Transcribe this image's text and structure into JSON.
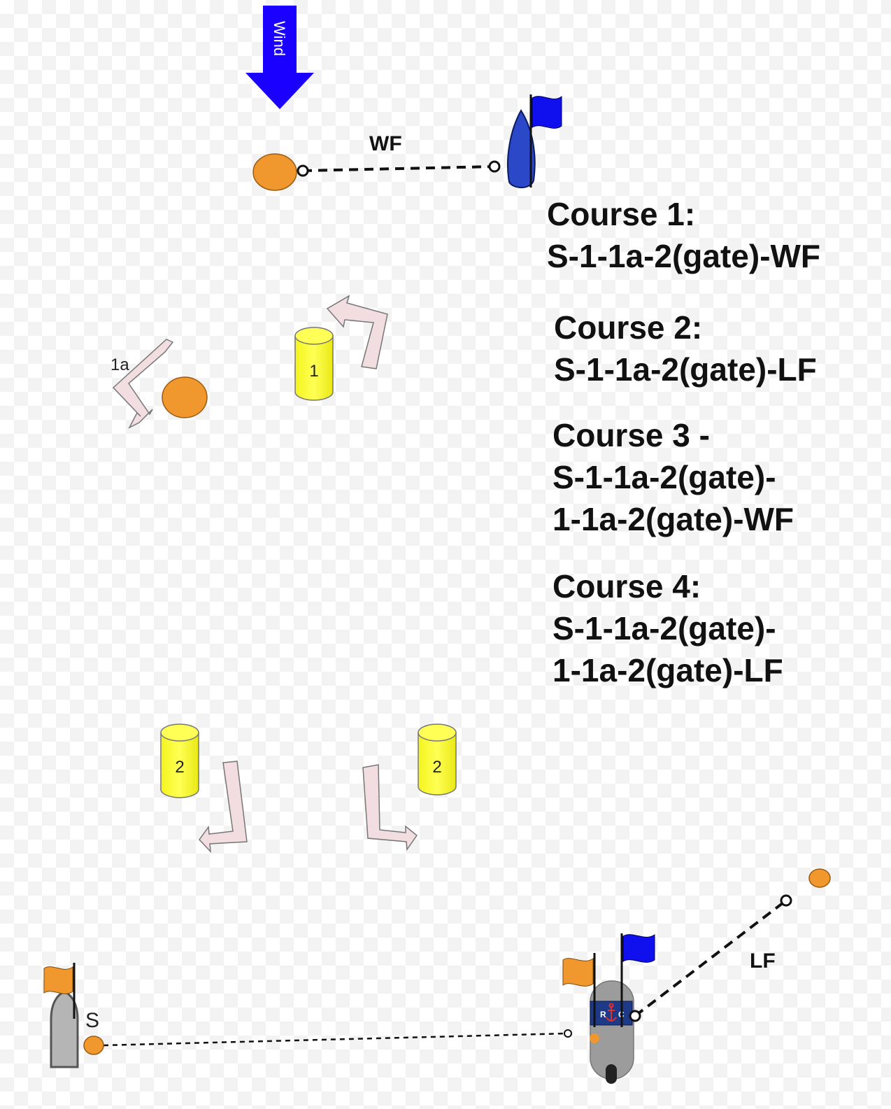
{
  "wind": {
    "label": "Wind",
    "color": "#1a00ff"
  },
  "marks": {
    "mark1": "1",
    "mark1a": "1a",
    "gate_left": "2",
    "gate_right": "2"
  },
  "lines": {
    "windward_finish": "WF",
    "leeward_finish": "LF",
    "start": "S"
  },
  "committee_boat": {
    "sign_left": "R",
    "sign_right": "C"
  },
  "courses": [
    {
      "title": "Course 1:",
      "lines": [
        "S-1-1a-2(gate)-WF"
      ]
    },
    {
      "title": "Course 2:",
      "lines": [
        "S-1-1a-2(gate)-LF"
      ]
    },
    {
      "title": "Course 3 -",
      "lines": [
        "S-1-1a-2(gate)-",
        "1-1a-2(gate)-WF"
      ]
    },
    {
      "title": "Course 4:",
      "lines": [
        "S-1-1a-2(gate)-",
        "1-1a-2(gate)-LF"
      ]
    }
  ],
  "colors": {
    "buoy_orange": "#f0982e",
    "mark_yellow": "#ffff33",
    "arrow_pink": "#f2dde1",
    "flag_blue": "#1010ee",
    "boat_grey": "#9c9c9c"
  }
}
